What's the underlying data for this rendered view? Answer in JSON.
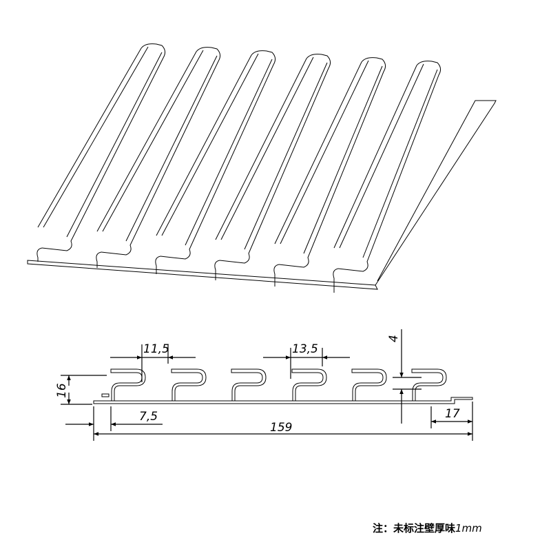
{
  "drawing": {
    "title": "Aluminum hook profile panel",
    "colors": {
      "line": "#000000",
      "background": "#ffffff"
    },
    "dimensions": {
      "hook_gap_1": "11,5",
      "hook_gap_2": "13,5",
      "thickness_gap": "4",
      "height": "16",
      "edge_offset": "7,5",
      "total_width": "159",
      "right_lip": "17"
    },
    "hook_count": 6,
    "note": {
      "prefix": "注：未标注壁厚味",
      "value": "1mm"
    }
  }
}
